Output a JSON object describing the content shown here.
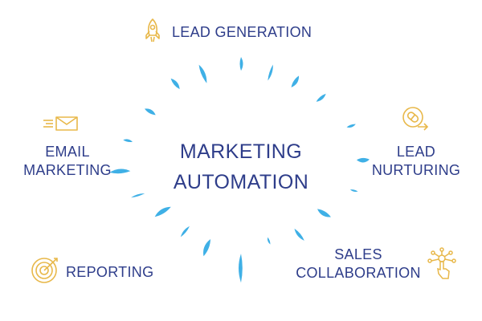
{
  "center": {
    "line1": "MARKETING",
    "line2": "AUTOMATION"
  },
  "features": {
    "lead_generation": {
      "label": "LEAD GENERATION",
      "icon": "rocket-icon"
    },
    "lead_nurturing": {
      "line1": "LEAD",
      "line2": "NURTURING",
      "icon": "pill-icon"
    },
    "email_marketing": {
      "line1": "EMAIL",
      "line2": "MARKETING",
      "icon": "envelope-icon"
    },
    "reporting": {
      "label": "REPORTING",
      "icon": "target-icon"
    },
    "sales_collaboration": {
      "line1": "SALES",
      "line2": "COLLABORATION",
      "icon": "network-hand-icon"
    }
  },
  "colors": {
    "text": "#2e3d8a",
    "burst": "#3fb0e6",
    "icon": "#e8b84a"
  }
}
